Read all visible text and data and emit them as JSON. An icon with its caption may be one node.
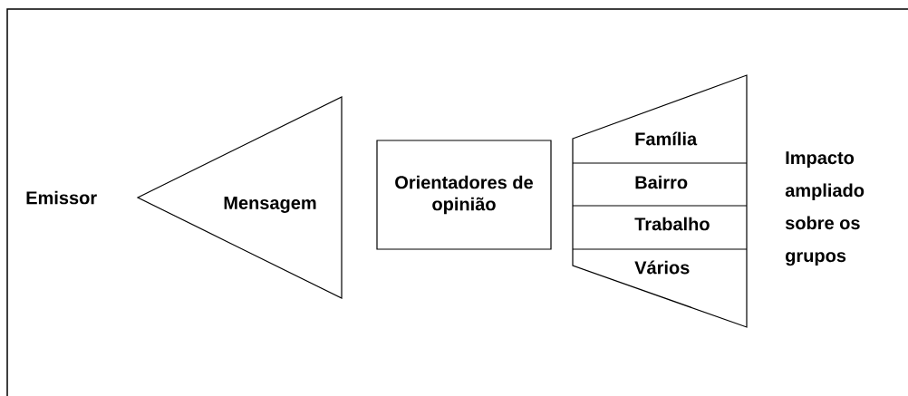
{
  "diagram": {
    "nodes": [
      {
        "text": [
          "Mensagem"
        ]
      },
      {
        "text": [
          "Orientadores de opinião"
        ]
      },
      {
        "text": [],
        "shape": "trapezoid"
      },
      {
        "text": [
          "Família"
        ],
        "in": 2
      },
      {
        "text": [
          "Bairro"
        ],
        "in": 2
      },
      {
        "text": [
          "Trabalho"
        ],
        "in": 2
      },
      {
        "text": [
          "Vários"
        ],
        "in": 2
      }
    ],
    "labels": [
      "Emissor",
      "Impacto ampliado sobre os grupos"
    ]
  }
}
